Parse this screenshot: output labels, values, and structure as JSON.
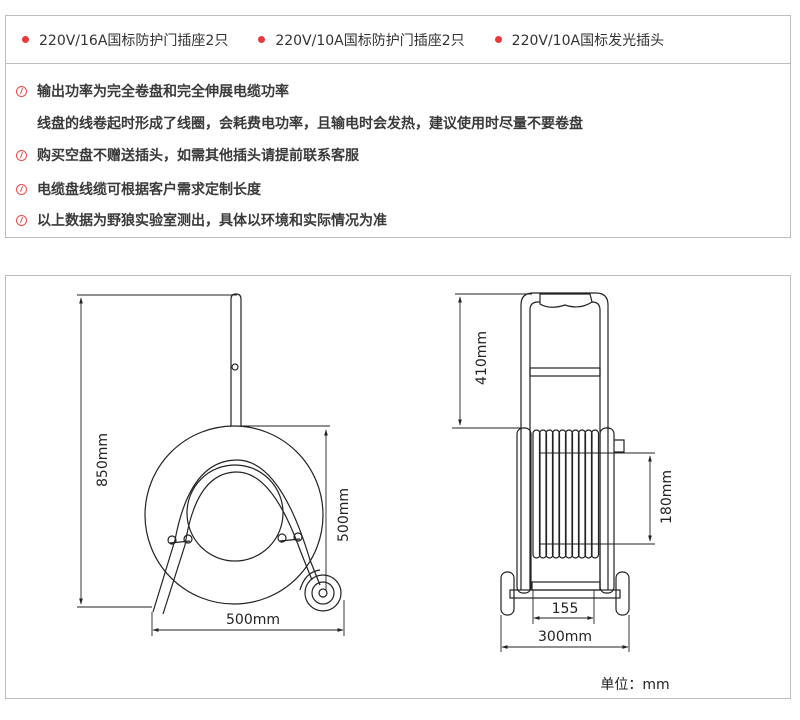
{
  "features": [
    "220V/16A国标防护门插座2只",
    "220V/10A国标防护门插座2只",
    "220V/10A国标发光插头"
  ],
  "notes": [
    "输出功率为完全卷盘和完全伸展电缆功率",
    "线盘的线卷起时形成了线圈，会耗费电功率，且输电时会发热，建议使用时尽量不要卷盘",
    "购买空盘不赠送插头，如需其他插头请提前联系客服",
    "电缆盘线缆可根据客户需求定制长度",
    "以上数据为野狼实验室测出，具体以环境和实际情况为准"
  ],
  "dims": {
    "total_height": "850mm",
    "reel_diameter": "500mm",
    "reel_width": "500mm",
    "handle_height": "410mm",
    "drum_height": "180mm",
    "drum_width": "155",
    "total_width": "300mm"
  },
  "unit": "单位：mm",
  "colors": {
    "bullet": "#e83a3a",
    "border": "#bdbdbd"
  }
}
